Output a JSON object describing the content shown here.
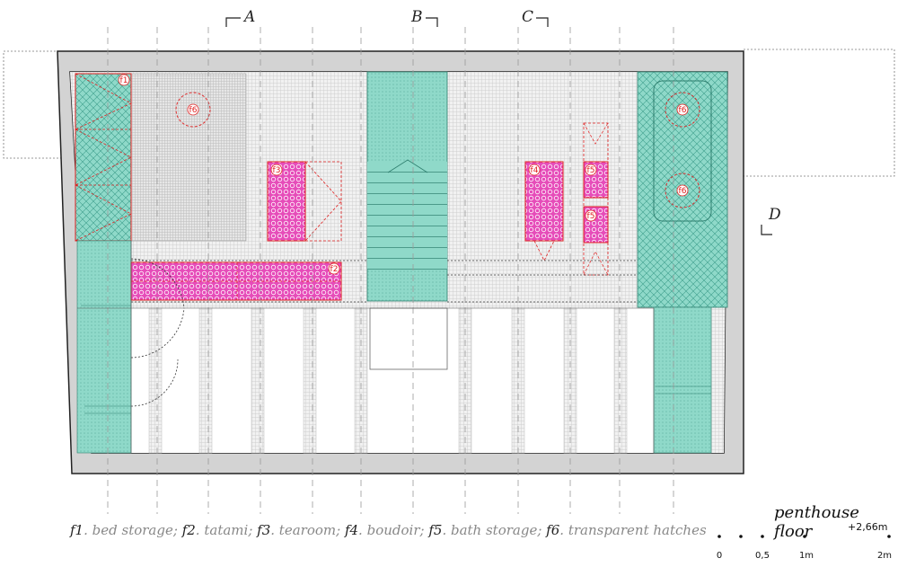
{
  "plan": {
    "sections": {
      "a": "A",
      "b": "B",
      "c": "C",
      "d": "D"
    },
    "tags": {
      "f1": "f1",
      "f2": "f2",
      "f3": "f3",
      "f4": "f4",
      "f5": "f5",
      "f6": "f6"
    },
    "colors": {
      "wall": "#d3d3d3",
      "wall_stroke": "#222222",
      "teal": "#8fd9c9",
      "magenta": "#e64cb9",
      "red_line": "#e02020",
      "grid": "#9a9a9a"
    }
  },
  "legend": {
    "items": [
      {
        "code": "f1",
        "text": "bed storage"
      },
      {
        "code": "f2",
        "text": "tatami"
      },
      {
        "code": "f3",
        "text": "tearoom"
      },
      {
        "code": "f4",
        "text": "boudoir"
      },
      {
        "code": "f5",
        "text": "bath storage"
      },
      {
        "code": "f6",
        "text": "transparent hatches"
      }
    ]
  },
  "title": {
    "floor": "penthouse floor",
    "level": "+2,66m"
  },
  "scale": {
    "labels": [
      "0",
      "0,5",
      "1m",
      "2m"
    ]
  }
}
